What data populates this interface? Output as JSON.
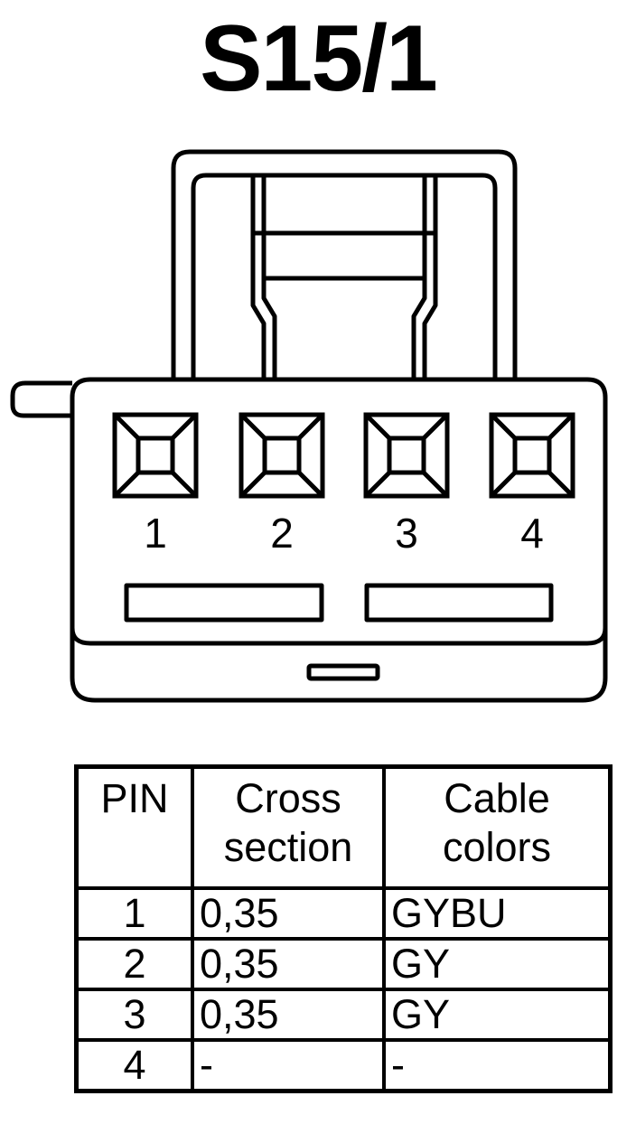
{
  "title": "S15/1",
  "connector": {
    "pins": [
      {
        "label": "1"
      },
      {
        "label": "2"
      },
      {
        "label": "3"
      },
      {
        "label": "4"
      }
    ]
  },
  "table": {
    "headers": {
      "pin": "PIN",
      "cross_section": [
        "Cross",
        "section"
      ],
      "cable_colors": [
        "Cable",
        "colors"
      ]
    },
    "rows": [
      {
        "pin": "1",
        "cross_section": "0,35",
        "cable_color": "GYBU"
      },
      {
        "pin": "2",
        "cross_section": "0,35",
        "cable_color": "GY"
      },
      {
        "pin": "3",
        "cross_section": "0,35",
        "cable_color": "GY"
      },
      {
        "pin": "4",
        "cross_section": "-",
        "cable_color": "-"
      }
    ]
  },
  "colors": {
    "line": "#000000",
    "background": "#ffffff"
  }
}
